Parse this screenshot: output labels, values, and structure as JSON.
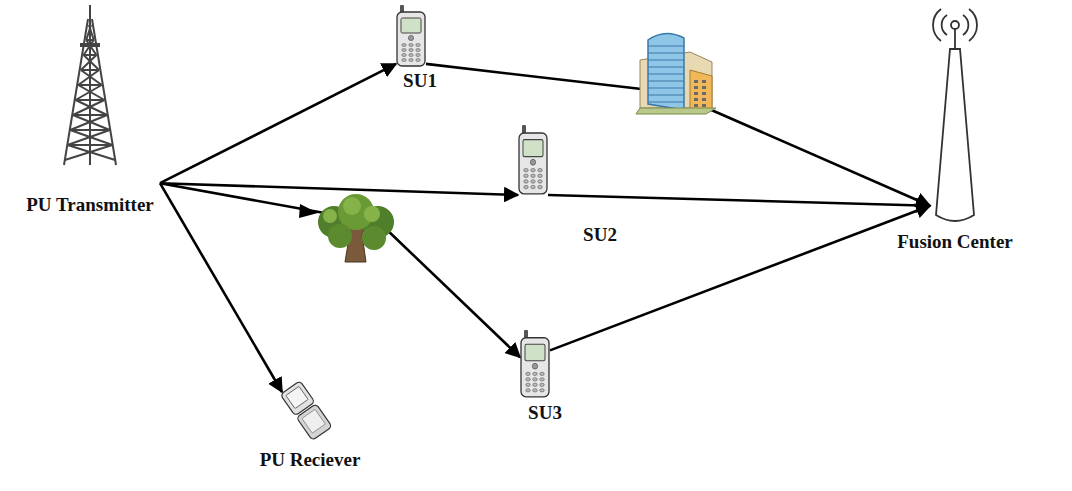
{
  "diagram": {
    "nodes": [
      {
        "text": [
          "PU Transmitter"
        ]
      },
      {
        "text": [
          "SU1"
        ]
      },
      {
        "text": [
          "SU2"
        ]
      },
      {
        "text": [
          "SU3"
        ]
      },
      {
        "text": [
          "PU Reciever"
        ]
      },
      {
        "text": [
          "Fusion Center"
        ]
      }
    ],
    "edges": [
      {
        "from": 0,
        "to": 1,
        "arrow": "to"
      },
      {
        "from": 0,
        "to": 2,
        "arrow": "to"
      },
      {
        "from": 0,
        "to": 3,
        "arrow": "to"
      },
      {
        "from": 0,
        "to": 4,
        "arrow": "to"
      },
      {
        "from": 1,
        "to": 5,
        "arrow": "to"
      },
      {
        "from": 2,
        "to": 5,
        "arrow": "to"
      },
      {
        "from": 3,
        "to": 5,
        "arrow": "to"
      }
    ]
  }
}
